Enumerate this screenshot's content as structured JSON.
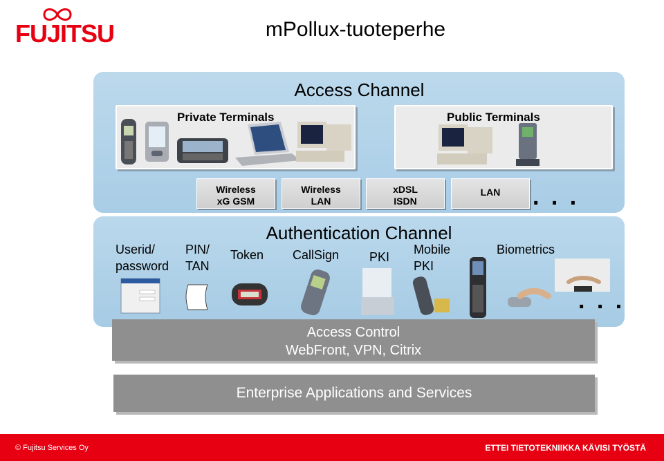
{
  "header": {
    "logo_text": "FUJITSU",
    "title": "mPollux-tuoteperhe"
  },
  "access_channel": {
    "title": "Access Channel",
    "private_terminals": "Private Terminals",
    "public_terminals": "Public Terminals",
    "networks": [
      {
        "line1": "Wireless",
        "line2": "xG GSM"
      },
      {
        "line1": "Wireless",
        "line2": "LAN"
      },
      {
        "line1": "xDSL",
        "line2": "ISDN"
      },
      {
        "line1": "LAN",
        "line2": ""
      }
    ],
    "more": ". . ."
  },
  "authentication_channel": {
    "title": "Authentication Channel",
    "methods": {
      "userid": "Userid/",
      "password": "password",
      "pin": "PIN/",
      "tan": "TAN",
      "token": "Token",
      "callsign": "CallSign",
      "pki": "PKI",
      "mobile": "Mobile",
      "mobile_pki": "PKI",
      "biometrics": "Biometrics"
    },
    "more": ". . ."
  },
  "access_control": {
    "line1": "Access Control",
    "line2": "WebFront, VPN, Citrix"
  },
  "enterprise": {
    "label": "Enterprise Applications and Services"
  },
  "footer": {
    "copyright_symbol": "©",
    "left": "Fujitsu Services Oy",
    "right": "ETTEI TIETOTEKNIIKKA KÄVISI TYÖSTÄ"
  },
  "colors": {
    "brand_red": "#e60012",
    "panel_blue": "#b4d4ea",
    "bar_grey": "#8f8f8f"
  }
}
